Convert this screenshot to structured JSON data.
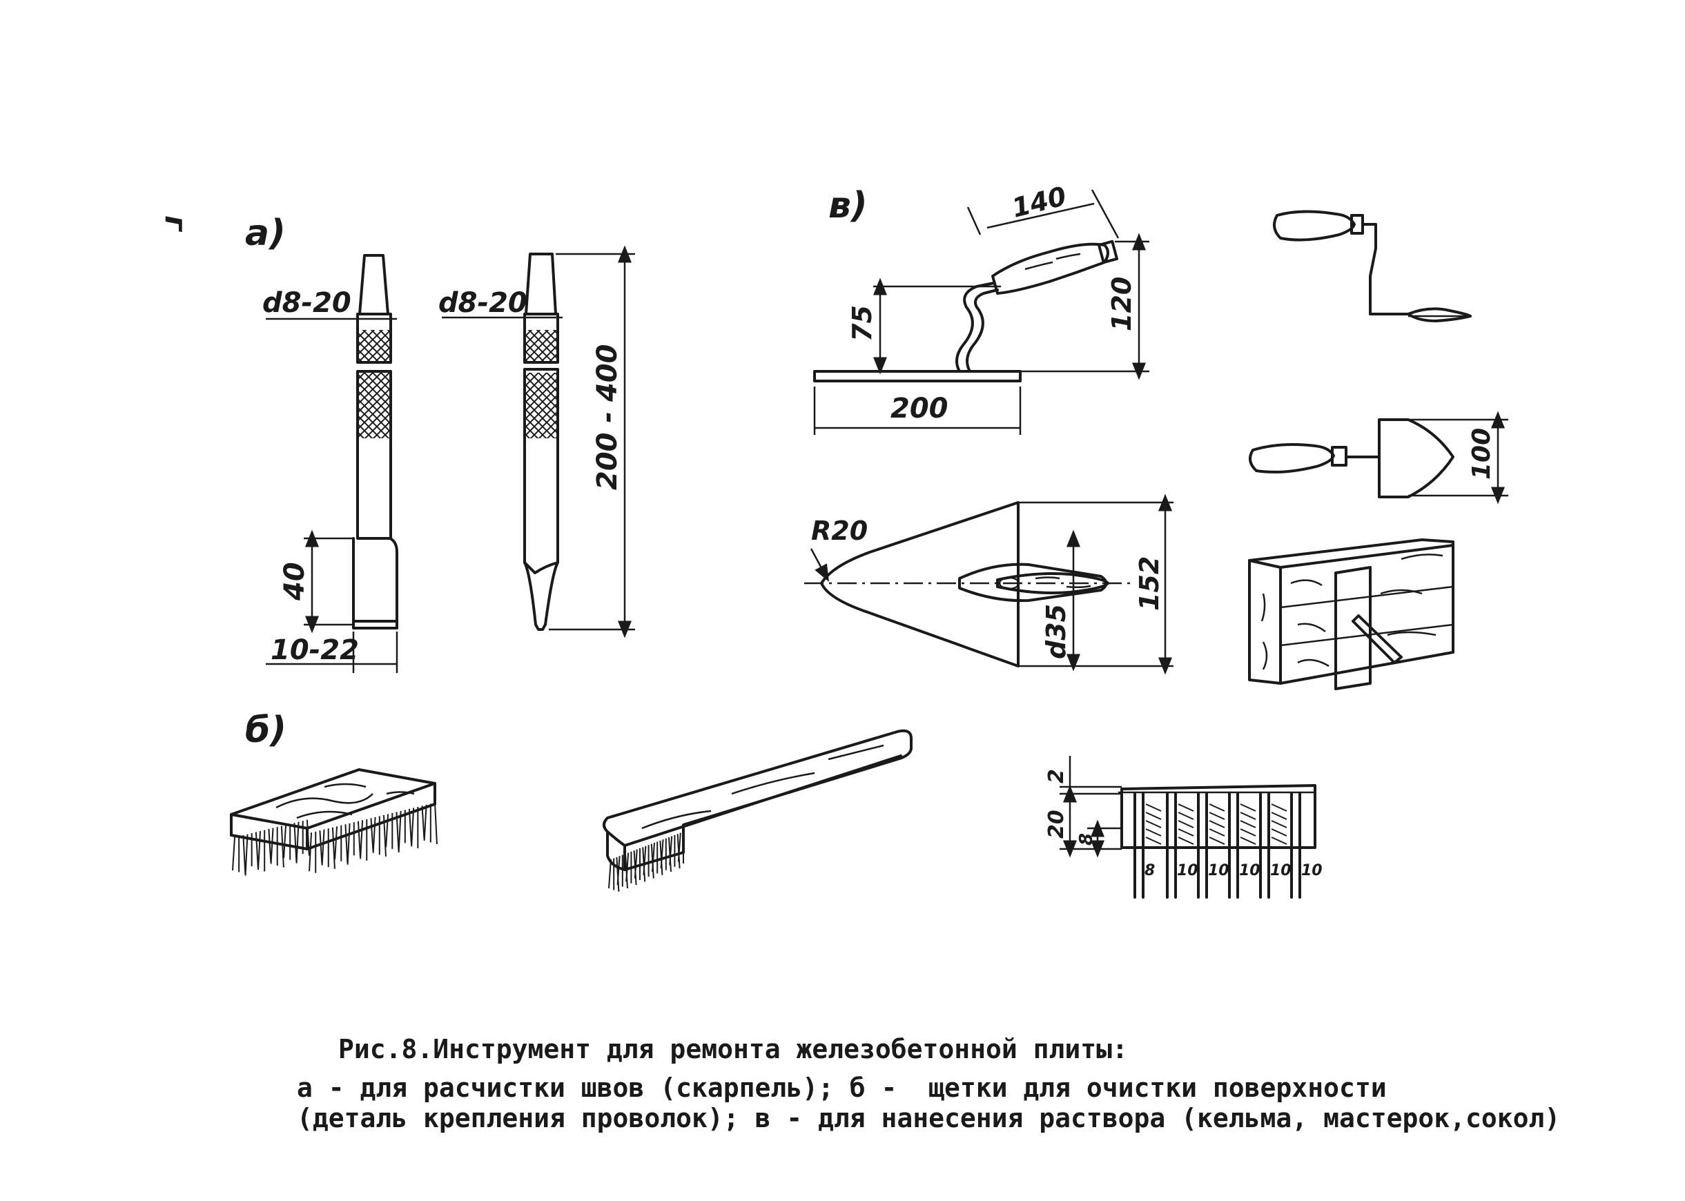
{
  "labels": {
    "corner_mark": "г",
    "part_a": "а)",
    "part_b": "б)",
    "part_v": "в)"
  },
  "dimensions": {
    "chisel1_diameter": "d8-20",
    "chisel1_length": "40",
    "chisel1_width": "10-22",
    "chisel2_diameter": "d8-20",
    "chisel2_length": "200 - 400",
    "trowel_handle": "140",
    "trowel_height_low": "75",
    "trowel_height_high": "120",
    "trowel_base": "200",
    "trowel_radius": "R20",
    "trowel_handle_diameter": "d35",
    "trowel_width": "152",
    "mason_trowel_height": "100",
    "detail_top": "2",
    "detail_height": "20",
    "detail_inner": "8",
    "detail_spacing": [
      "8",
      "10",
      "10",
      "10",
      "10",
      "10"
    ]
  },
  "caption": {
    "title": "Рис.8.Инструмент для ремонта железобетонной плиты:",
    "line1": "а - для расчистки швов (скарпель); б -  щетки для очистки поверхности",
    "line2": "(деталь крепления проволок); в - для нанесения раствора (кельма, мастерок,сокол)"
  }
}
